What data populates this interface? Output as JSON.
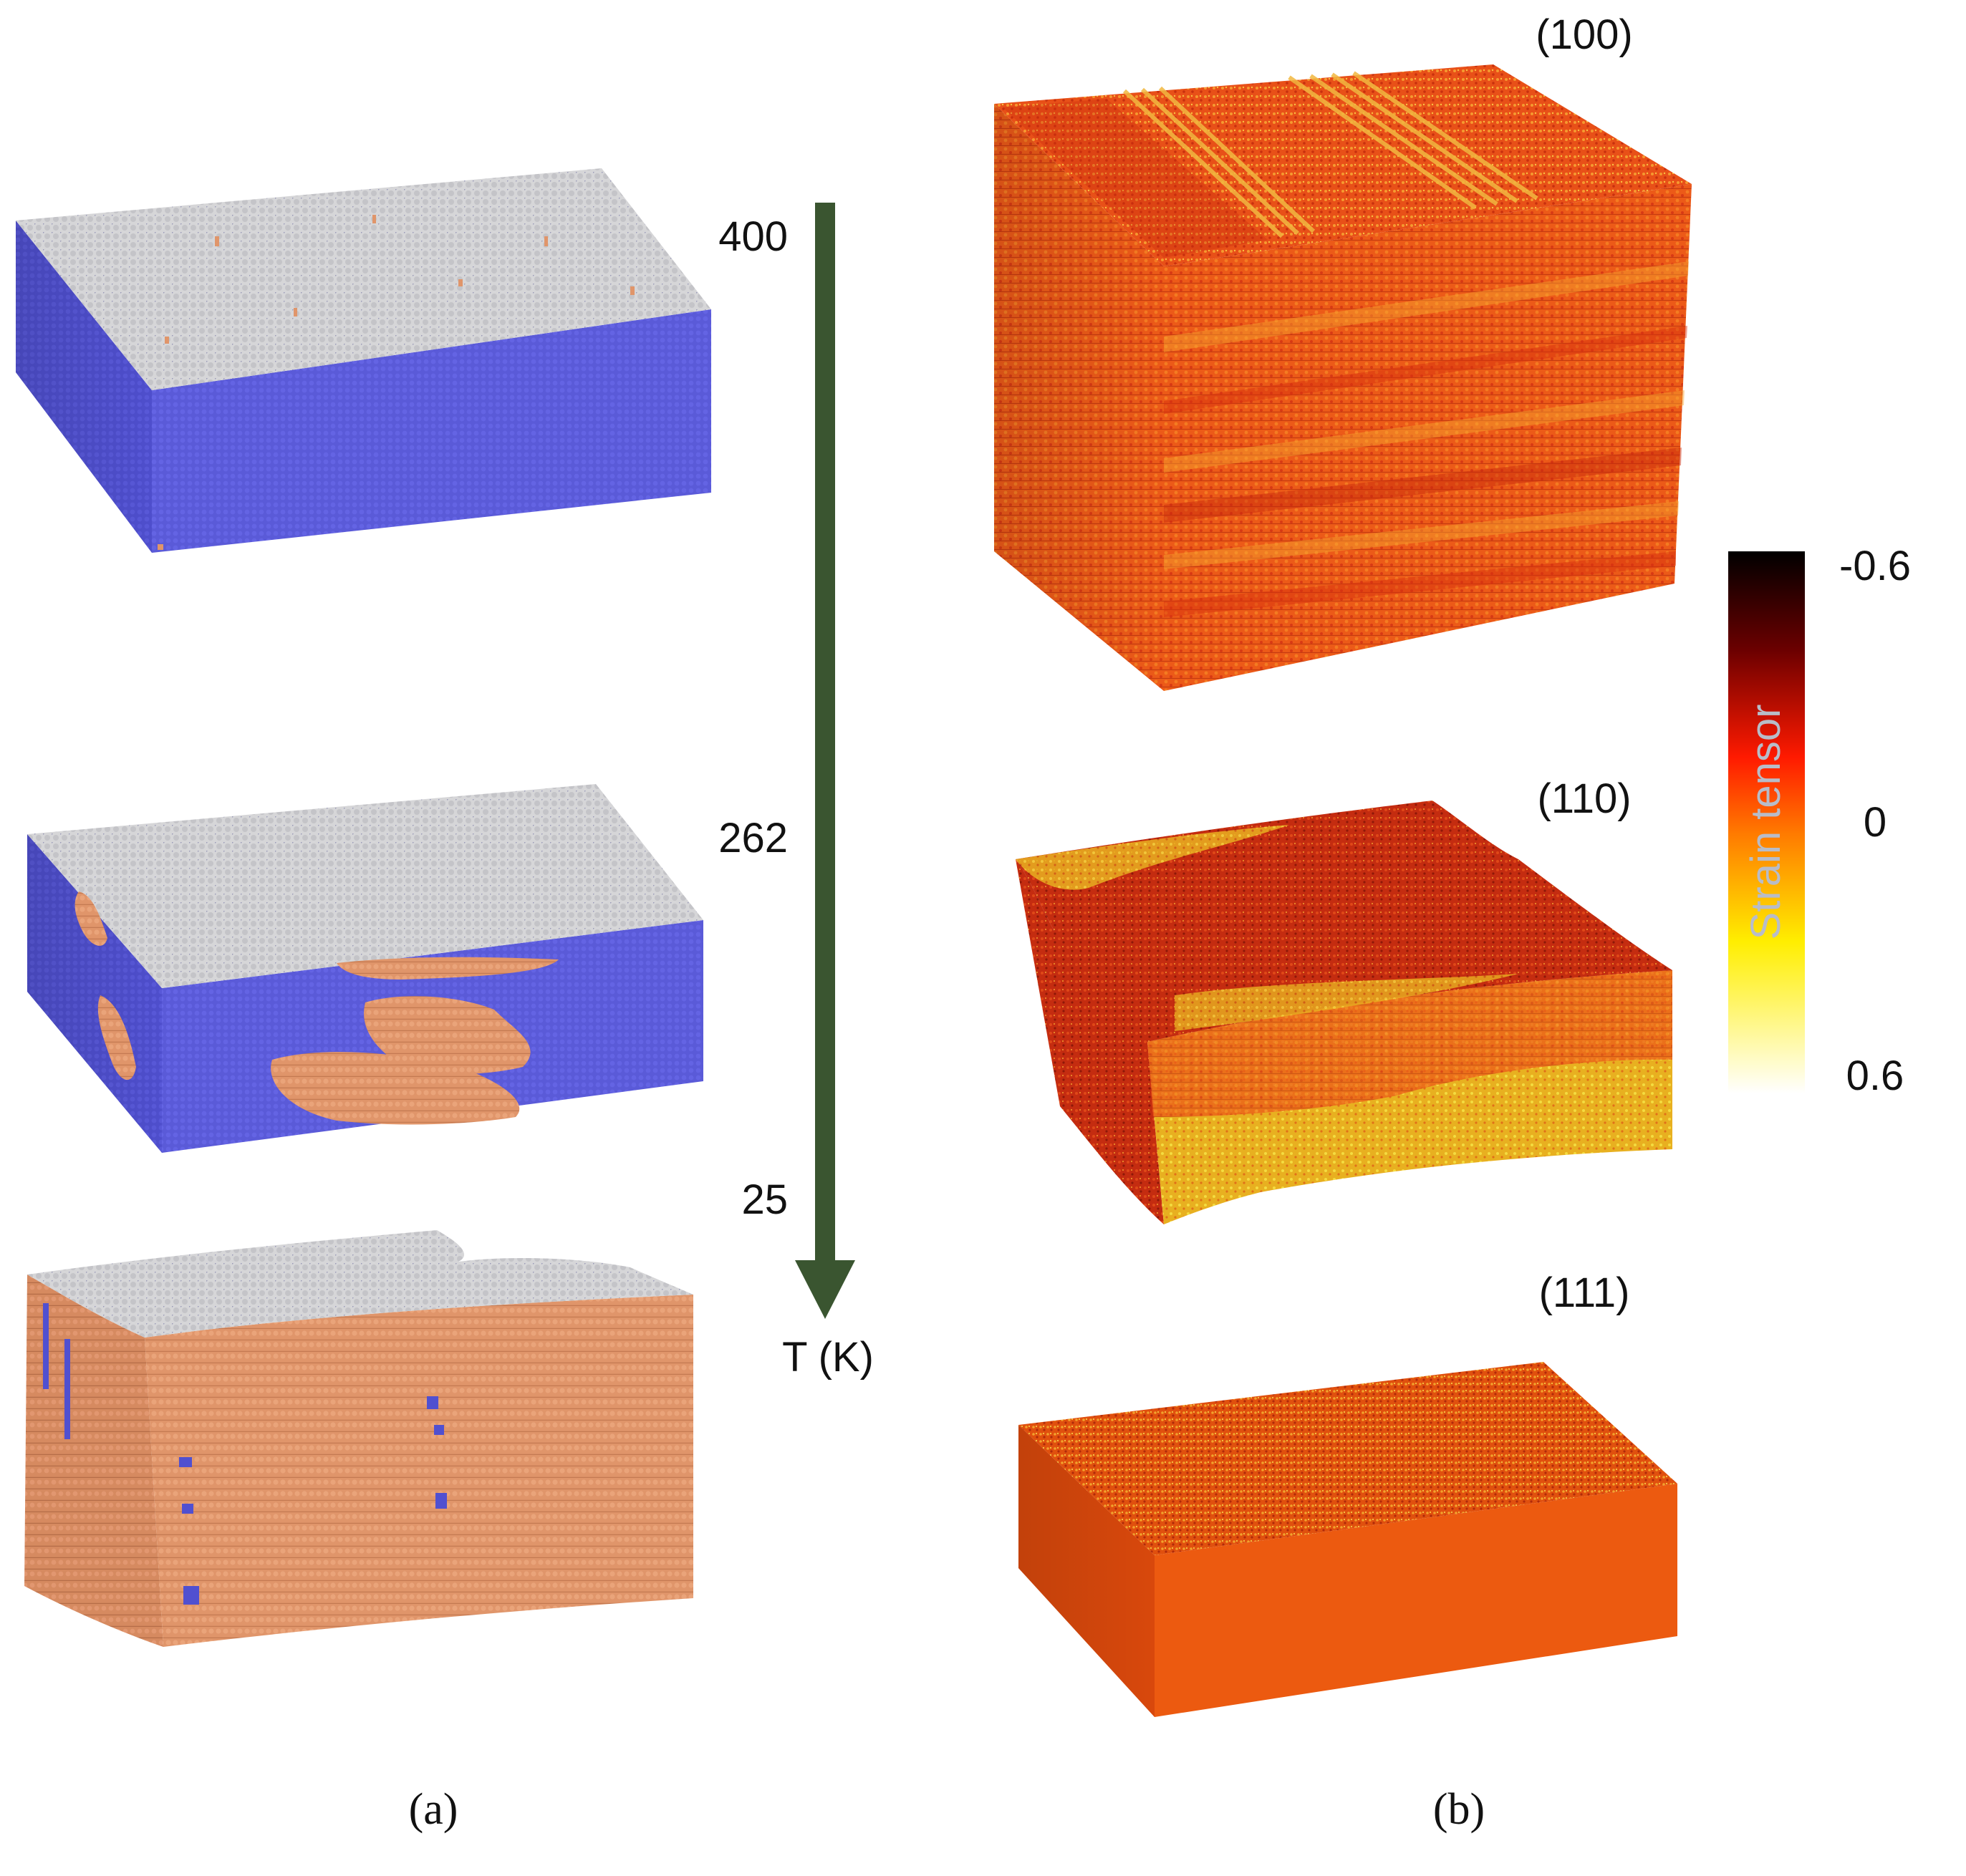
{
  "panel_a": {
    "caption": "(a)",
    "temperature_axis": {
      "label": "T (K)",
      "ticks": [
        "400",
        "262",
        "25"
      ],
      "arrow_color": "#3a5530"
    },
    "colors": {
      "phase_blue": "#5a5ad8",
      "phase_orange": "#e0956a",
      "top_surface": "#d3d3d3"
    }
  },
  "panel_b": {
    "caption": "(b)",
    "orientations": [
      "(100)",
      "(110)",
      "(111)"
    ],
    "colorbar": {
      "title": "Strain tensor",
      "tick_labels": [
        "-0.6",
        "0",
        "0.6"
      ],
      "range": [
        -0.6,
        0.6
      ],
      "colors": [
        "#000000",
        "#8b0000",
        "#ff2000",
        "#ff8c00",
        "#ffff00",
        "#ffffff"
      ]
    }
  }
}
